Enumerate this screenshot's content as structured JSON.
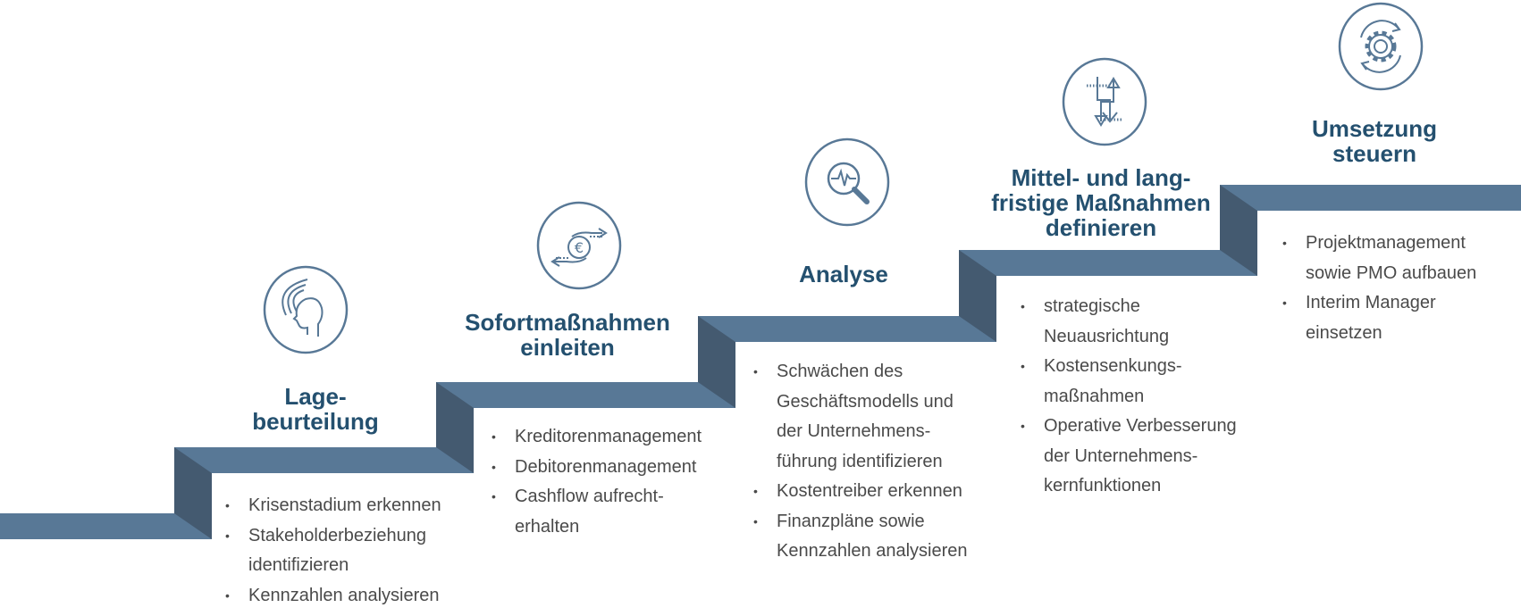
{
  "colors": {
    "band": "#587896",
    "riser": "#445a70",
    "title": "#24506f",
    "icon": "#587896",
    "text": "#4a4a4a"
  },
  "steps": [
    {
      "icon": "head-waves-icon",
      "title": [
        "Lage-",
        "beurteilung"
      ],
      "bullets": [
        [
          "Krisenstadium erkennen"
        ],
        [
          "Stakeholderbeziehung",
          "identifizieren"
        ],
        [
          "Kennzahlen analysieren"
        ]
      ]
    },
    {
      "icon": "euro-exchange-icon",
      "title": [
        "Sofortmaßnahmen",
        "einleiten"
      ],
      "bullets": [
        [
          "Kreditorenmanagement"
        ],
        [
          "Debitorenmanagement"
        ],
        [
          "Cashflow aufrecht-",
          "erhalten"
        ]
      ]
    },
    {
      "icon": "magnifier-pulse-icon",
      "title": [
        "Analyse"
      ],
      "bullets": [
        [
          "Schwächen des",
          "Geschäftsmodells und",
          "der Unternehmens-",
          "führung identifizieren"
        ],
        [
          "Kostentreiber erkennen"
        ],
        [
          "Finanzpläne sowie",
          "Kennzahlen analysieren"
        ]
      ]
    },
    {
      "icon": "up-down-arrows-icon",
      "title": [
        "Mittel- und lang-",
        "fristige Maßnahmen",
        "definieren"
      ],
      "bullets": [
        [
          "strategische",
          "Neuausrichtung"
        ],
        [
          "Kostensenkungs-",
          "maßnahmen"
        ],
        [
          "Operative Verbesserung",
          "der Unternehmens-",
          "kernfunktionen"
        ]
      ]
    },
    {
      "icon": "gear-cycle-icon",
      "title": [
        "Umsetzung",
        "steuern"
      ],
      "bullets": [
        [
          "Projektmanagement",
          "sowie PMO aufbauen"
        ],
        [
          "Interim Manager",
          "einsetzen"
        ]
      ]
    }
  ],
  "bullet_char": "•"
}
